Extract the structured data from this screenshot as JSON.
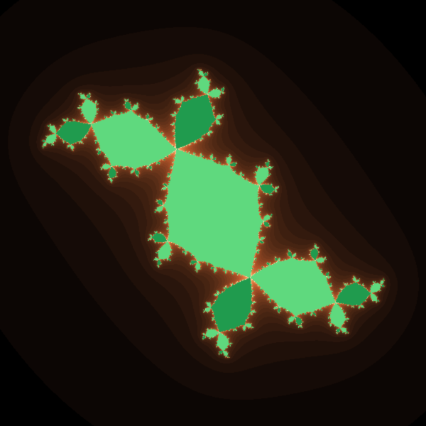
{
  "image": {
    "subject": "julia-set-fractal",
    "fractal": {
      "c_real": -0.12,
      "c_imag": 0.75,
      "center_real": 0.0,
      "center_imag": 0.0,
      "view_width": 3.2,
      "rotation_deg": 0,
      "max_iterations": 200,
      "escape_radius": 8
    },
    "colors": {
      "background": "#000000",
      "outer_glow": "#1a0d08",
      "mid_brown": "#5a2e17",
      "copper": "#b5552a",
      "bright_orange": "#f08a4c",
      "cream_highlight": "#ffe3b0",
      "interior_green": "#1f9a4d",
      "interior_green_light": "#5fd97e"
    }
  }
}
